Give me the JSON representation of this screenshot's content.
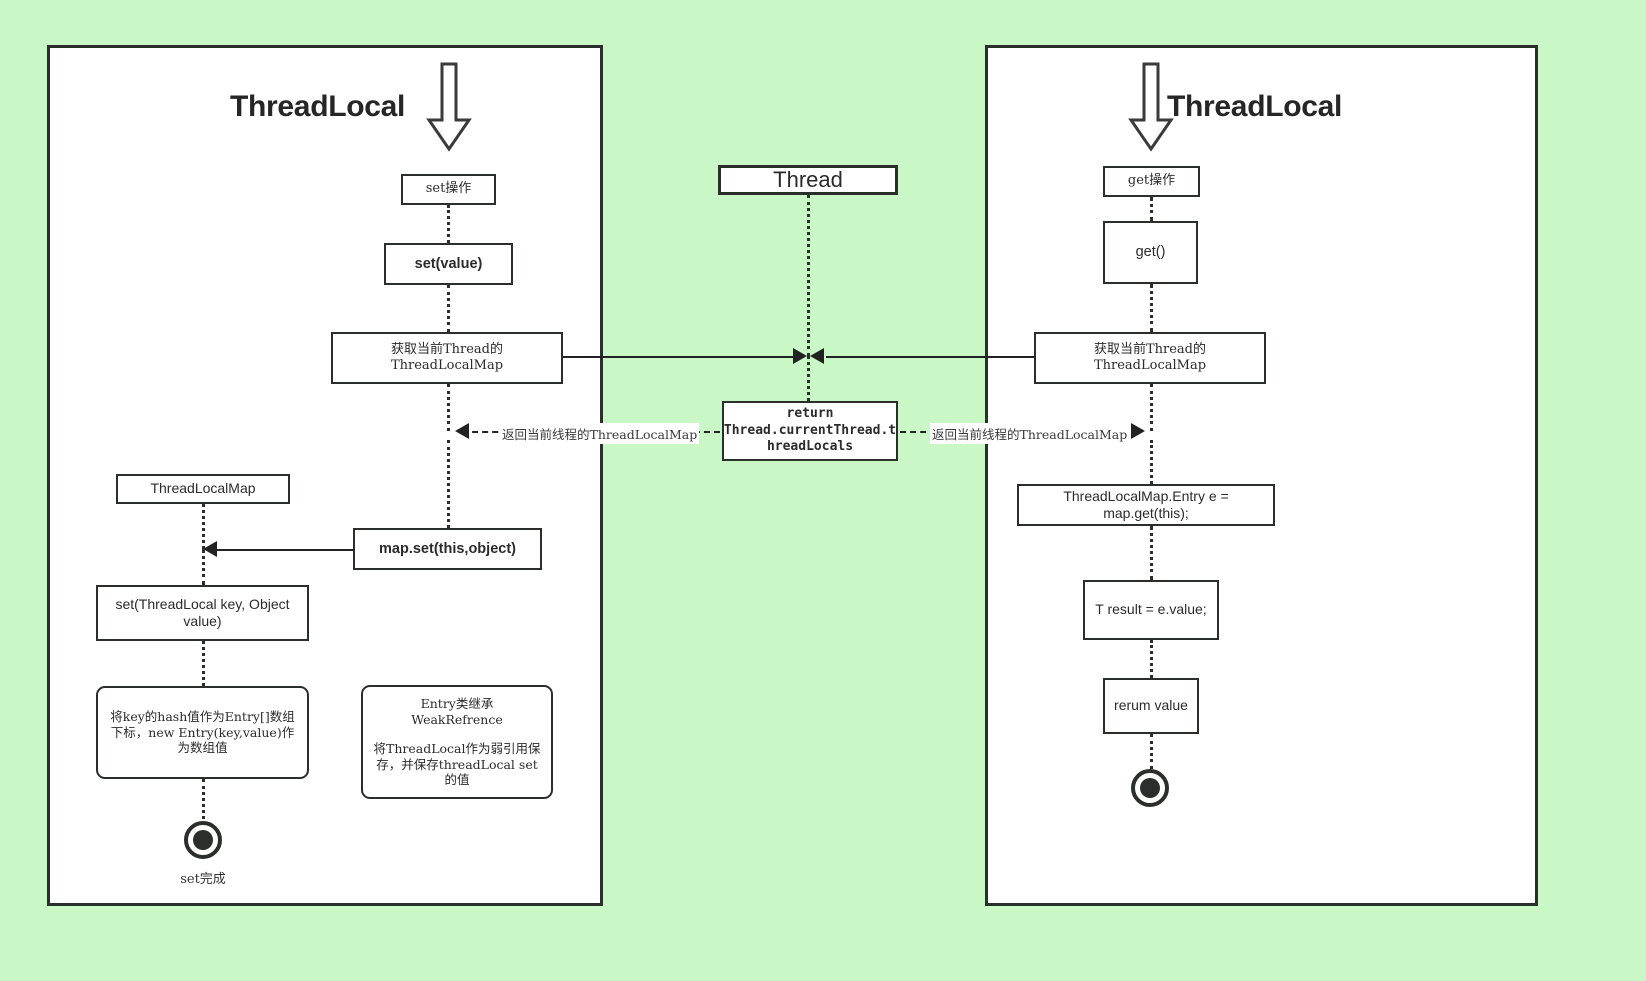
{
  "canvas": {
    "background_color": "#c9f7c5",
    "panel_background": "#ffffff",
    "stroke_color": "#2b2f2b"
  },
  "left_panel": {
    "title": "ThreadLocal",
    "entry_arrow_icon": "down-block-arrow-icon",
    "nodes": {
      "operation": "set操作",
      "method": "set(value)",
      "get_map": "获取当前Thread的ThreadLocalMap",
      "map_object": "ThreadLocalMap",
      "map_set_call": "map.set(this,object)",
      "map_set_signature": "set(ThreadLocal key, Object value)",
      "hash_note": "将key的hash值作为Entry[]数组下标，new Entry(key,value)作为数组值",
      "entry_note_line1": "Entry类继承 WeakRefrence",
      "entry_note_line2": "将ThreadLocal作为弱引用保存，并保存threadLocal set的值"
    },
    "end_caption": "set完成"
  },
  "right_panel": {
    "title": "ThreadLocal",
    "entry_arrow_icon": "down-block-arrow-icon",
    "nodes": {
      "operation": "get操作",
      "method": "get()",
      "get_map": "获取当前Thread的ThreadLocalMap",
      "entry_lookup": "ThreadLocalMap.Entry e = map.get(this);",
      "result": "T result = e.value;",
      "return_value": "rerum value"
    }
  },
  "center": {
    "thread_title": "Thread",
    "return_statement_line1": "return",
    "return_statement_line2": "Thread.currentThread.t",
    "return_statement_line3": "hreadLocals",
    "return_label_left": "返回当前线程的ThreadLocalMap",
    "return_label_right": "返回当前线程的ThreadLocalMap"
  }
}
